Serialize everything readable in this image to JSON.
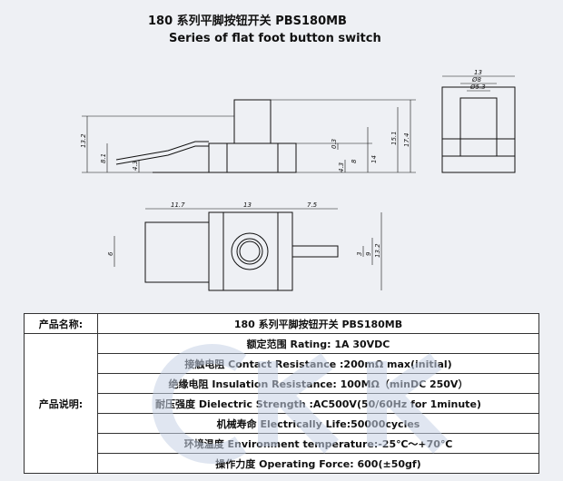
{
  "header": {
    "line1": "180 系列平脚按钮开关 PBS180MB",
    "line2": "Series of flat foot button switch"
  },
  "dims": {
    "side": [
      "13.2",
      "8.1",
      "4.3",
      "0.3",
      "15.1",
      "17.4",
      "4.3",
      "8",
      "14"
    ],
    "end": [
      "13",
      "Ø8",
      "Ø5.3"
    ],
    "top": [
      "11.7",
      "13",
      "7.5",
      "6",
      "3",
      "9",
      "13.2"
    ]
  },
  "table": {
    "name_label": "产品名称:",
    "name_value": "180 系列平脚按钮开关 PBS180MB",
    "desc_label": "产品说明:",
    "rows": [
      "额定范围 Rating:  1A 30VDC",
      "接触电阻 Contact Resistance :200mΩ max(initial)",
      "绝缘电阻 Insulation Resistance: 100MΩ（minDC 250V）",
      "耐压强度 Dielectric Strength :AC500V(50/60Hz for 1minute)",
      "机械寿命 Electrically Life:50000cycles",
      "环境温度 Environment temperature:-25℃～+70℃",
      "操作力度 Operating Force:  600(±50gf)"
    ]
  },
  "colors": {
    "background": "#eef0f4",
    "watermark": "#c7d3e6"
  }
}
